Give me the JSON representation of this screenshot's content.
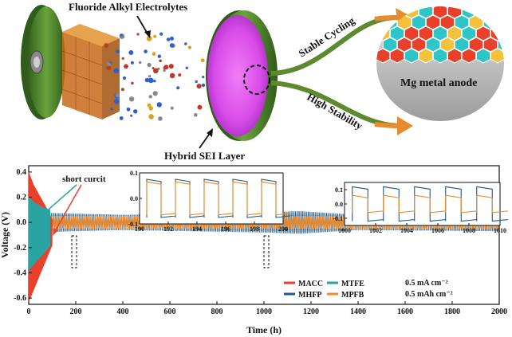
{
  "schematic": {
    "title_label": "Fluoride Alkyl Electrolytes",
    "stable_cycling_label": "Stable Cycling",
    "high_stability_label": "High Stability",
    "sei_label": "Hybrid SEI Layer",
    "anode_label": "Mg metal anode",
    "colors": {
      "cell_green": "#4e8a2a",
      "sei_magenta": "#d84be8",
      "arrow_orange": "#e98a2c",
      "arrow_green": "#5d8a2e",
      "anode_grey": "#c8c8c8"
    }
  },
  "chart_data": {
    "type": "line",
    "xlabel": "Time (h)",
    "ylabel": "Voltage (V)",
    "xlim": [
      0,
      2000
    ],
    "ylim": [
      -0.65,
      0.45
    ],
    "xticks": [
      "0",
      "200",
      "400",
      "600",
      "800",
      "1000",
      "1200",
      "1400",
      "1600",
      "1800",
      "2000"
    ],
    "yticks": [
      "0.4",
      "0.2",
      "0.0",
      "-0.2",
      "-0.4",
      "-0.6"
    ],
    "annotation": "short curcit",
    "conditions": [
      "0.5 mA cm⁻²",
      "0.5 mAh cm⁻²"
    ],
    "legend": [
      "MACC",
      "MTFE",
      "MHFP",
      "MPFB"
    ],
    "series": [
      {
        "name": "MACC",
        "color": "#e8402a",
        "x_end": 100,
        "envelope": [
          [
            0,
            0.4
          ],
          [
            20,
            0.3
          ],
          [
            50,
            0.2
          ],
          [
            80,
            0.1
          ],
          [
            100,
            0.02
          ]
        ]
      },
      {
        "name": "MTFE",
        "color": "#2aa3a3",
        "x_end": 90,
        "envelope": [
          [
            0,
            0.2
          ],
          [
            30,
            0.15
          ],
          [
            60,
            0.12
          ],
          [
            90,
            0.1
          ]
        ]
      },
      {
        "name": "MHFP",
        "color": "#1f5a8a",
        "x_end": 2000,
        "envelope": [
          [
            0,
            0.08
          ],
          [
            400,
            0.06
          ],
          [
            1000,
            0.08
          ],
          [
            1150,
            0.09
          ],
          [
            1400,
            0.06
          ],
          [
            2000,
            0.07
          ]
        ]
      },
      {
        "name": "MPFB",
        "color": "#ef8a2a",
        "x_end": 2000,
        "envelope": [
          [
            0,
            0.05
          ],
          [
            600,
            0.05
          ],
          [
            1000,
            0.05
          ],
          [
            2000,
            0.05
          ]
        ]
      }
    ],
    "insets": [
      {
        "xlim": [
          190,
          200
        ],
        "ylim": [
          -0.1,
          0.1
        ],
        "xticks": [
          "190",
          "192",
          "194",
          "196",
          "198",
          "200"
        ],
        "yticks": [
          "0.1",
          "0.0",
          "-0.1"
        ],
        "series": [
          {
            "name": "MHFP",
            "amplitude": 0.075
          },
          {
            "name": "MPFB",
            "amplitude": 0.065
          }
        ]
      },
      {
        "xlim": [
          1000,
          1010
        ],
        "ylim": [
          -0.15,
          0.15
        ],
        "xticks": [
          "1000",
          "1002",
          "1004",
          "1006",
          "1008",
          "1010"
        ],
        "yticks": [
          "0.1",
          "0.0",
          "-0.1"
        ],
        "series": [
          {
            "name": "MHFP",
            "amplitude": 0.12
          },
          {
            "name": "MPFB",
            "amplitude": 0.06
          }
        ]
      }
    ]
  }
}
